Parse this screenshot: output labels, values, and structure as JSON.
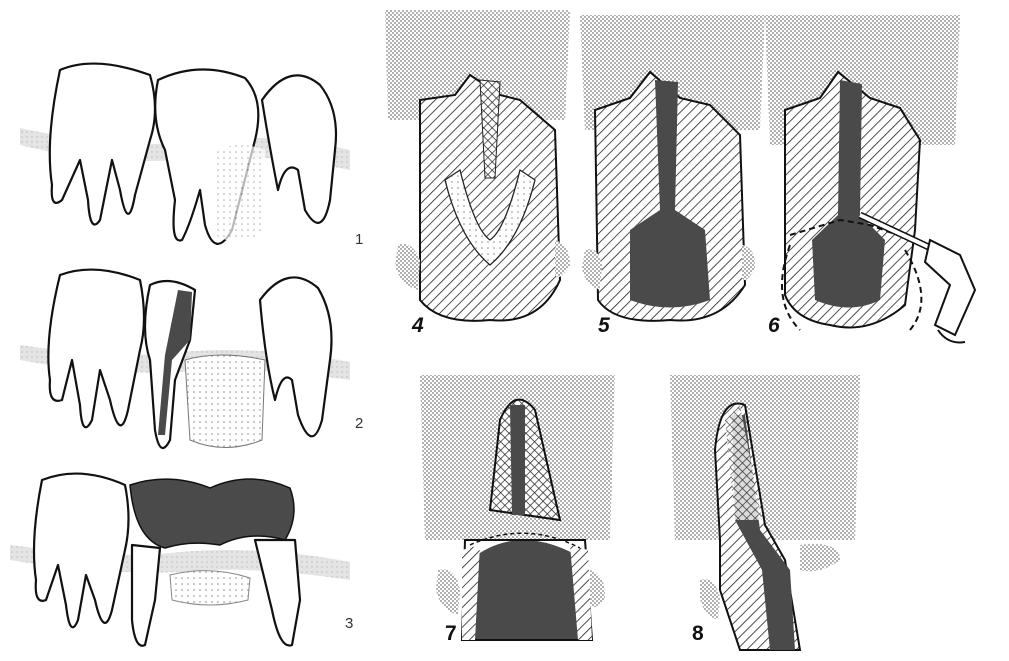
{
  "figure": {
    "panels": [
      {
        "id": "1",
        "label": "1"
      },
      {
        "id": "2",
        "label": "2"
      },
      {
        "id": "3",
        "label": "3"
      },
      {
        "id": "4",
        "label": "4"
      },
      {
        "id": "5",
        "label": "5"
      },
      {
        "id": "6",
        "label": "6"
      },
      {
        "id": "7",
        "label": "7"
      },
      {
        "id": "8",
        "label": "8"
      }
    ],
    "colors": {
      "outline": "#111111",
      "filling": "#4a4a4a",
      "bone_stipple": "#9a9a9a",
      "gum": "#cfcfcf",
      "background": "#ffffff"
    }
  }
}
